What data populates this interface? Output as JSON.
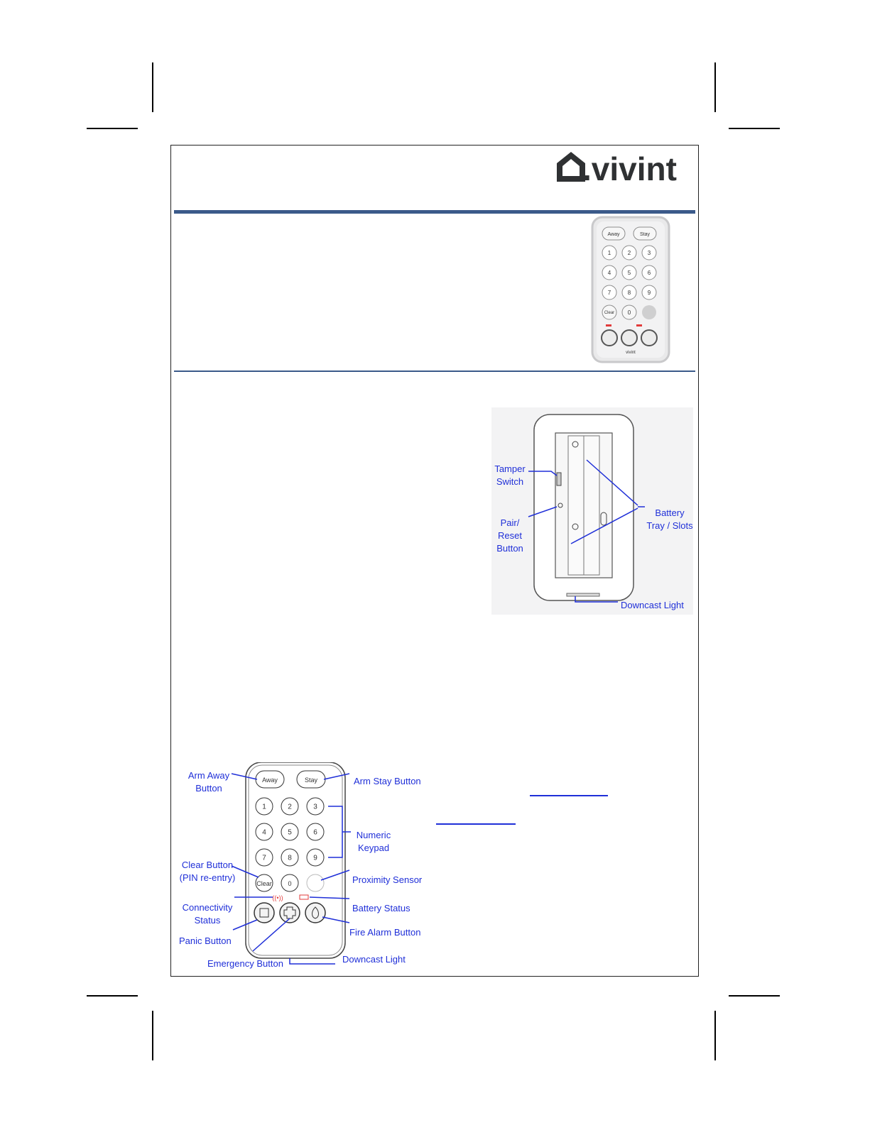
{
  "brand": {
    "logo_text": ".vivint",
    "logo_icon": "house-outline-icon"
  },
  "colors": {
    "accent_rule": "#3b5a8a",
    "callout_blue": "#1f2fd8",
    "status_red": "#e23b3b",
    "ink": "#2f3133"
  },
  "hero_keypad": {
    "away": "Away",
    "stay": "Stay",
    "digits": [
      "1",
      "2",
      "3",
      "4",
      "5",
      "6",
      "7",
      "8",
      "9"
    ],
    "clear": "Clear",
    "zero": "0",
    "footer": "vivint"
  },
  "back_view": {
    "labels": {
      "tamper": [
        "Tamper",
        "Switch"
      ],
      "pair_reset": [
        "Pair/",
        "Reset",
        "Button"
      ],
      "battery": [
        "Battery",
        "Tray / Slots"
      ],
      "downcast": "Downcast Light"
    }
  },
  "front_view": {
    "keys": {
      "away": "Away",
      "stay": "Stay",
      "digits": [
        "1",
        "2",
        "3",
        "4",
        "5",
        "6",
        "7",
        "8",
        "9"
      ],
      "clear": "Clear",
      "zero": "0"
    },
    "labels": {
      "arm_away": [
        "Arm Away",
        "Button"
      ],
      "arm_stay": "Arm Stay Button",
      "numeric": [
        "Numeric",
        "Keypad"
      ],
      "clear": [
        "Clear Button",
        "(PIN re-entry)"
      ],
      "proximity": "Proximity Sensor",
      "connectivity": [
        "Connectivity",
        "Status"
      ],
      "battery_status": "Battery Status",
      "panic": "Panic Button",
      "fire": "Fire Alarm Button",
      "emergency": "Emergency Button",
      "downcast": "Downcast Light"
    }
  }
}
